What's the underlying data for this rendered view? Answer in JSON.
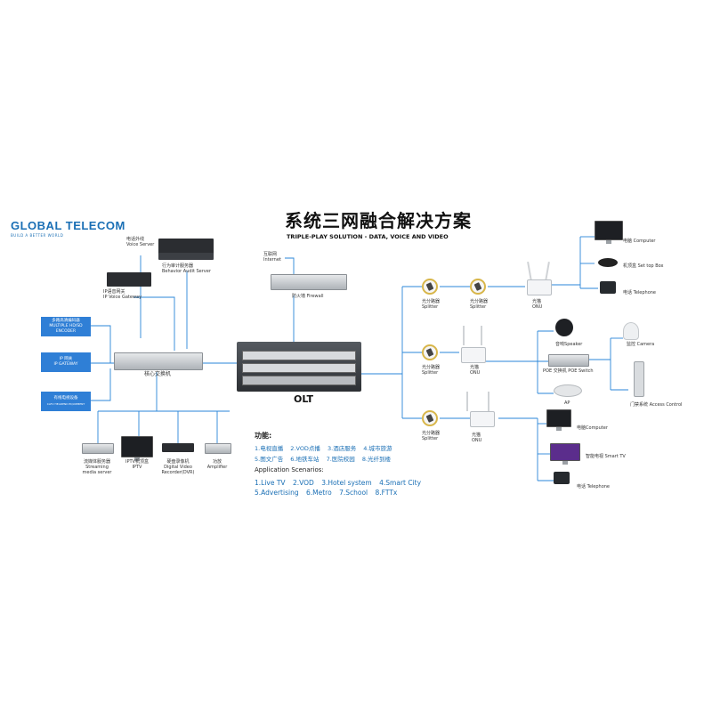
{
  "brand": {
    "name": "GLOBAL TELECOM",
    "slogan": "BUILD A BETTER WORLD"
  },
  "title": {
    "cn": "系统三网融合解决方案",
    "en": "TRIPLE-PLAY SOLUTION - DATA, VOICE AND VIDEO"
  },
  "colors": {
    "wire": "#2a86d8",
    "brand": "#1a6fb5",
    "box": "#2f7fd6"
  },
  "left": {
    "voice_server": {
      "cn": "电话外线",
      "en": "Voice Server"
    },
    "audit_server": {
      "cn": "行为审计服务器",
      "en": "Behavior Audit Server"
    },
    "voice_gateway": {
      "cn": "IP语音网关",
      "en": "IP Voice Gateway"
    },
    "encoder": {
      "cn": "多路高清编码器",
      "en": "MULTIPLE HD/SD ENCODER"
    },
    "ip_gateway": {
      "cn": "IP 网关",
      "en": "IP GATEWAY"
    },
    "catv": {
      "cn": "有线电视设备",
      "en": "CATV HEADEND EQUIPMENT"
    },
    "core_switch": {
      "cn": "核心交换机"
    },
    "streaming": {
      "cn": "流媒体服务器",
      "en1": "Streaming",
      "en2": "media server"
    },
    "iptv": {
      "cn": "IPTV机顶盒",
      "en": "IPTV"
    },
    "dvr": {
      "cn": "硬盘录像机",
      "en1": "Digital Video",
      "en2": "Recorder(DVR)"
    },
    "amplifier": {
      "cn": "功放",
      "en": "Amplifier"
    }
  },
  "center": {
    "internet": {
      "cn": "互联网",
      "en": "Internet"
    },
    "firewall": {
      "cn": "防火墙",
      "en": "Firewall"
    },
    "olt": "OLT"
  },
  "right": {
    "splitter_cn": "光分路器",
    "splitter_en": "Splitter",
    "onu_cn": "光猫",
    "onu_en": "ONU",
    "computer": {
      "cn": "电脑",
      "en": "Computer"
    },
    "settop": {
      "cn": "机顶盒",
      "en": "Set top Box"
    },
    "telephone": {
      "cn": "电话",
      "en": "Telephone"
    },
    "speaker": {
      "cn": "音响",
      "en": "Speaker"
    },
    "camera": {
      "cn": "监控",
      "en": "Camera"
    },
    "poe": {
      "cn": "POE 交换机",
      "en": "POE Switch"
    },
    "access": {
      "cn": "门禁系统",
      "en": "Access Control"
    },
    "ap": {
      "en": "AP"
    },
    "computer2": {
      "cn": "电脑",
      "en": "Computer"
    },
    "smarttv": {
      "cn": "智能电视",
      "en": "Smart TV"
    },
    "telephone2": {
      "cn": "电话",
      "en": "Telephone"
    }
  },
  "functions": {
    "title": "功能:",
    "row1": [
      "1.电视直播",
      "2.VOD点播",
      "3.酒店服务",
      "4.城市旅游"
    ],
    "row2": [
      "5.图文广告",
      "6.地铁车站",
      "7.医院校园",
      "8.光纤到楼"
    ]
  },
  "scenarios": {
    "title": "Application Scenarios:",
    "row1": [
      "1.Live TV",
      "2.VOD",
      "3.Hotel system",
      "4.Smart City"
    ],
    "row2": [
      "5.Advertising",
      "6.Metro",
      "7.School",
      "8.FTTx"
    ]
  }
}
